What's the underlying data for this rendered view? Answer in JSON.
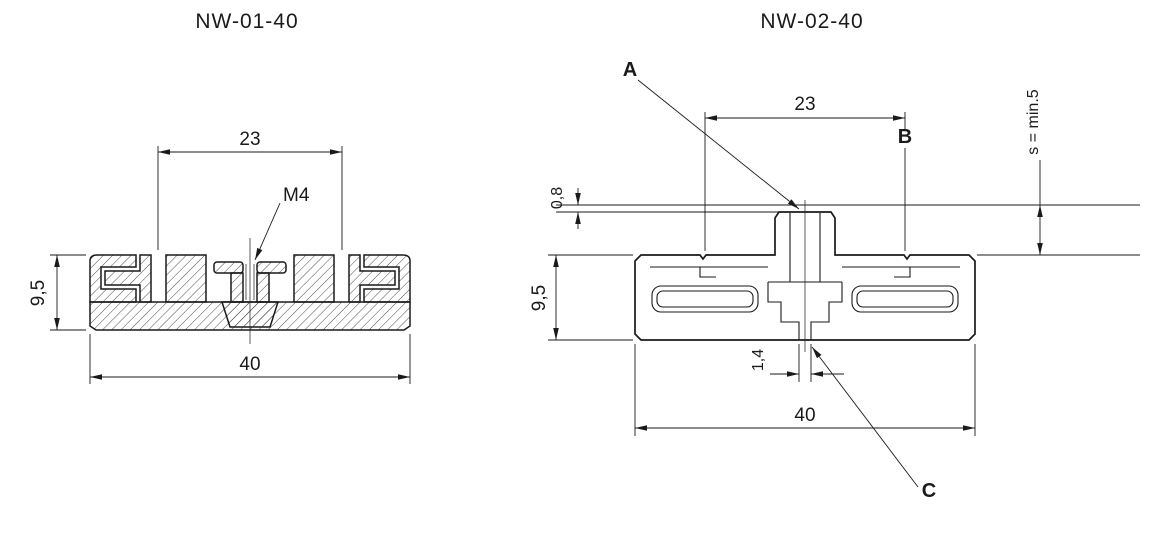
{
  "colors": {
    "line": "#1a1a1a",
    "background": "#ffffff",
    "hatch": "#3a3a3a"
  },
  "left_drawing": {
    "title": "NW-01-40",
    "dim_width_top": "23",
    "thread_label": "M4",
    "dim_height": "9,5",
    "dim_width_bottom": "40"
  },
  "right_drawing": {
    "title": "NW-02-40",
    "label_a": "A",
    "label_b": "B",
    "label_c": "C",
    "dim_width_top": "23",
    "dim_offset": "0,8",
    "dim_height": "9,5",
    "dim_hole": "1,4",
    "dim_width_bottom": "40",
    "dim_wall": "s = min.5"
  }
}
